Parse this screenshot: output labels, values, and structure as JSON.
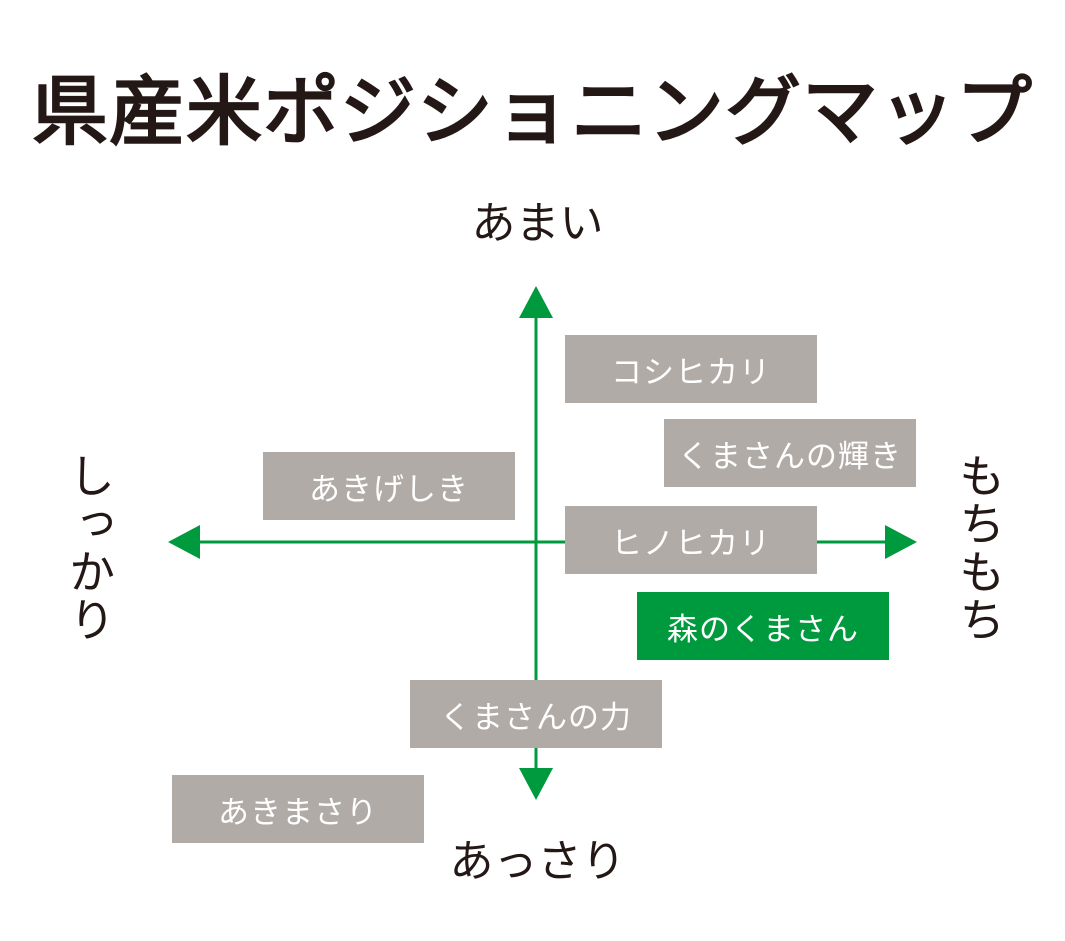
{
  "title": "県産米ポジショニングマップ",
  "axes": {
    "top": "あまい",
    "bottom": "あっさり",
    "left": "しっかり",
    "right": "もちもち"
  },
  "colors": {
    "axis": "#009a3e",
    "box": "#b0aba7",
    "highlight": "#009a3e"
  },
  "varieties": [
    {
      "label": "コシヒカリ"
    },
    {
      "label": "くまさんの輝き"
    },
    {
      "label": "あきげしき"
    },
    {
      "label": "ヒノヒカリ"
    },
    {
      "label": "森のくまさん"
    },
    {
      "label": "くまさんの力"
    },
    {
      "label": "あきまさり"
    }
  ]
}
